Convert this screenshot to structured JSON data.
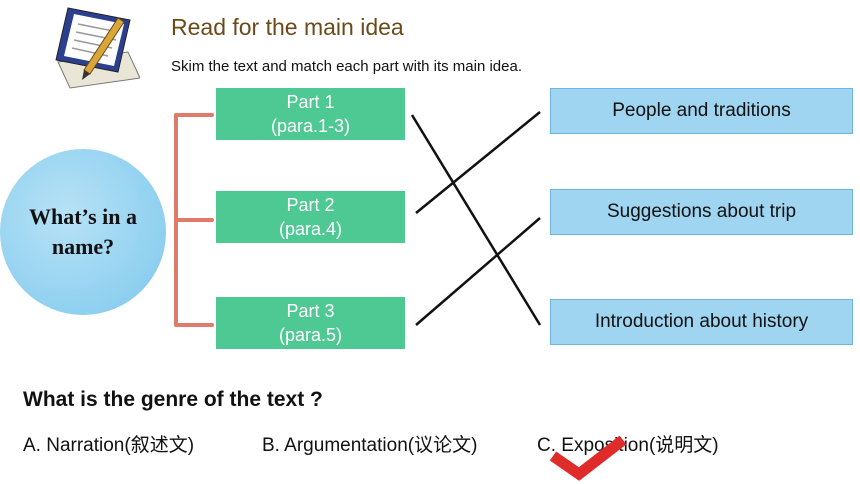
{
  "heading": "Read for the main idea",
  "instruction": "Skim the text and match each part with its main idea.",
  "center_topic": "What’s in a name?",
  "parts": [
    {
      "title": "Part 1",
      "range": "(para.1-3)"
    },
    {
      "title": "Part 2",
      "range": "(para.4)"
    },
    {
      "title": "Part 3",
      "range": "(para.5)"
    }
  ],
  "ideas": [
    "People and traditions",
    "Suggestions about trip",
    "Introduction about history"
  ],
  "question": "What is the genre of the text ?",
  "options": [
    "A. Narration(叙述文)",
    "B. Argumentation(议论文)",
    "C. Exposition(说明文)"
  ],
  "colors": {
    "heading": "#6b4a1a",
    "part_fill": "#4fc993",
    "idea_fill": "#9fd5f1",
    "bracket": "#e07a6a",
    "check": "#e02b2b"
  },
  "icons": [
    "pen-paper-icon",
    "checkmark-icon"
  ]
}
